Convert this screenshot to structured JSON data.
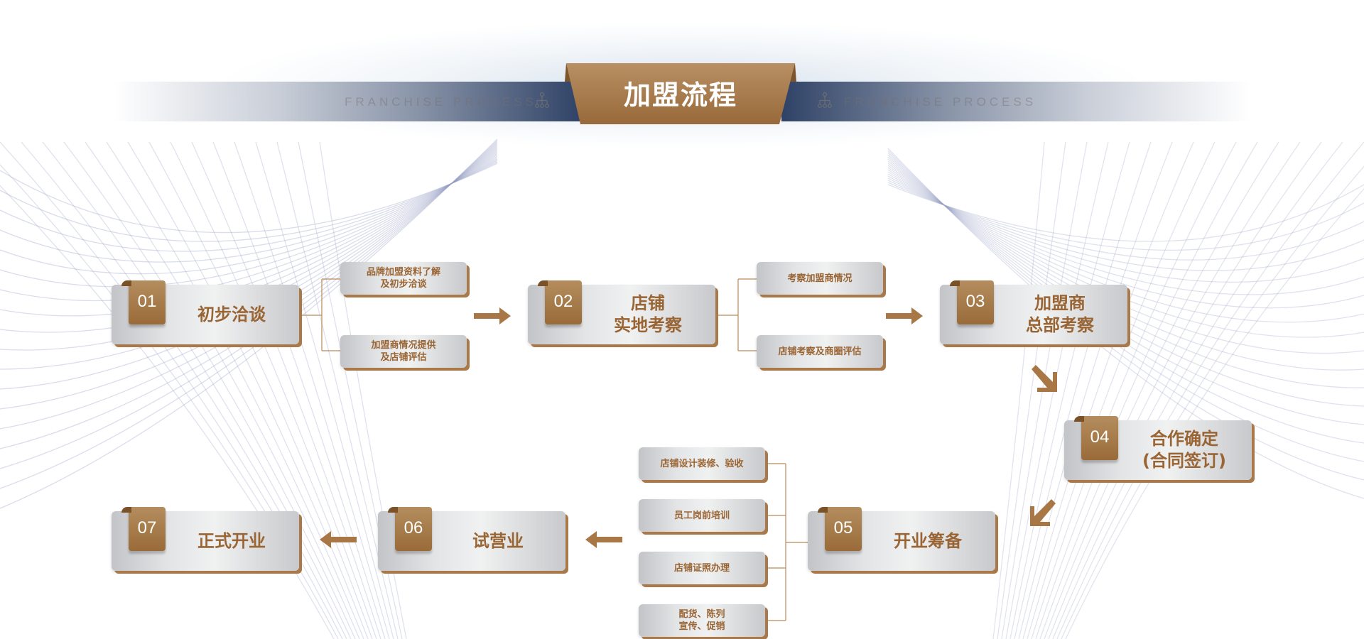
{
  "header": {
    "title": "加盟流程",
    "subtitle_left": "FRANCHISE PROCESS",
    "subtitle_right": "FRANCHISE PROCESS",
    "icon": "org-chart-icon"
  },
  "colors": {
    "accent_brown": "#a3703e",
    "text_brown": "#9a6534",
    "band_navy": "#2f4266"
  },
  "steps": [
    {
      "num": "01",
      "label": "初步洽谈"
    },
    {
      "num": "02",
      "label": "店铺\n实地考察"
    },
    {
      "num": "03",
      "label": "加盟商\n总部考察"
    },
    {
      "num": "04",
      "label": "合作确定\n(合同签订)"
    },
    {
      "num": "05",
      "label": "开业筹备"
    },
    {
      "num": "06",
      "label": "试营业"
    },
    {
      "num": "07",
      "label": "正式开业"
    }
  ],
  "substeps": {
    "step1": [
      "品牌加盟资料了解\n及初步洽谈",
      "加盟商情况提供\n及店铺评估"
    ],
    "step2": [
      "考察加盟商情况",
      "店铺考察及商圈评估"
    ],
    "step5": [
      "店铺设计装修、验收",
      "员工岗前培训",
      "店铺证照办理",
      "配货、陈列\n宣传、促销"
    ]
  }
}
